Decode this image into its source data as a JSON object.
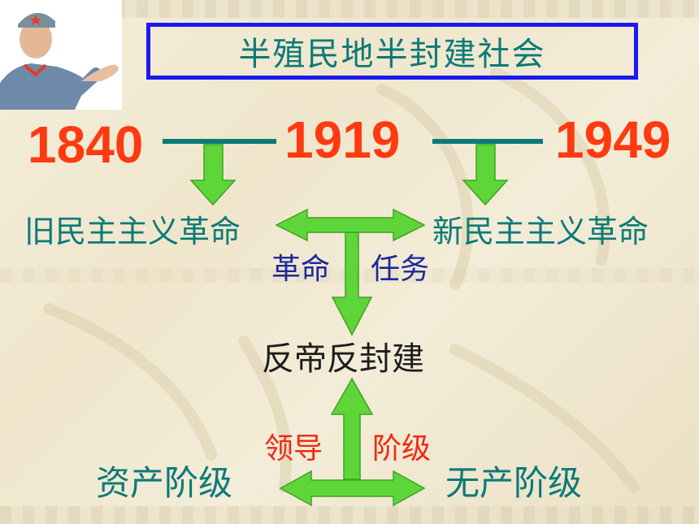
{
  "title": "半殖民地半封建社会",
  "years": [
    "1840",
    "1919",
    "1949"
  ],
  "old_revolution": "旧民主主义革命",
  "new_revolution": "新民主主义革命",
  "task_left": "革命",
  "task_right": "任务",
  "task": "反帝反封建",
  "lead_left": "领导",
  "lead_right": "阶级",
  "bourgeoisie": "资产阶级",
  "proletariat": "无产阶级",
  "colors": {
    "title_border": "#1a1aee",
    "title_text": "#0a7a78",
    "year": "#ff3a10",
    "arrow_green": "#5ed63a",
    "timeline_line": "#0a7a78",
    "task_label": "#1a2a9a",
    "lead_label": "#ee2a10"
  }
}
